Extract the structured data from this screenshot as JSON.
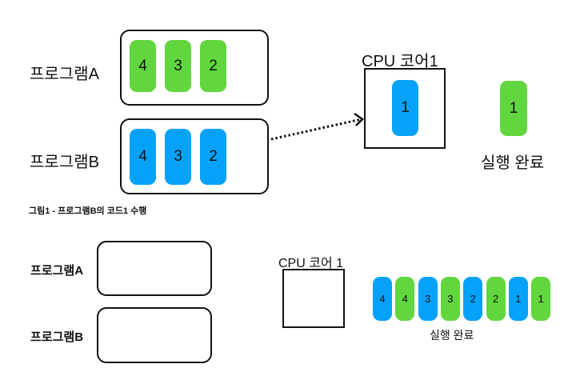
{
  "colors": {
    "programA": "#62d63e",
    "programB": "#06a2fa"
  },
  "figure1": {
    "programA": {
      "label": "프로그램A",
      "tasks": [
        "4",
        "3",
        "2"
      ]
    },
    "programB": {
      "label": "프로그램B",
      "tasks": [
        "4",
        "3",
        "2"
      ]
    },
    "cpu": {
      "label": "CPU 코어1",
      "running": "1"
    },
    "done": {
      "label": "실행 완료",
      "tasks": [
        "1"
      ]
    },
    "caption": "그림1 - 프로그램B의 코드1 수행"
  },
  "figure2": {
    "programA": {
      "label": "프로그램A"
    },
    "programB": {
      "label": "프로그램B"
    },
    "cpu": {
      "label": "CPU 코어 1"
    },
    "done": {
      "label": "실행 완료",
      "tasks": [
        {
          "n": "4",
          "program": "B"
        },
        {
          "n": "4",
          "program": "A"
        },
        {
          "n": "3",
          "program": "B"
        },
        {
          "n": "3",
          "program": "A"
        },
        {
          "n": "2",
          "program": "B"
        },
        {
          "n": "2",
          "program": "A"
        },
        {
          "n": "1",
          "program": "B"
        },
        {
          "n": "1",
          "program": "A"
        }
      ]
    }
  }
}
